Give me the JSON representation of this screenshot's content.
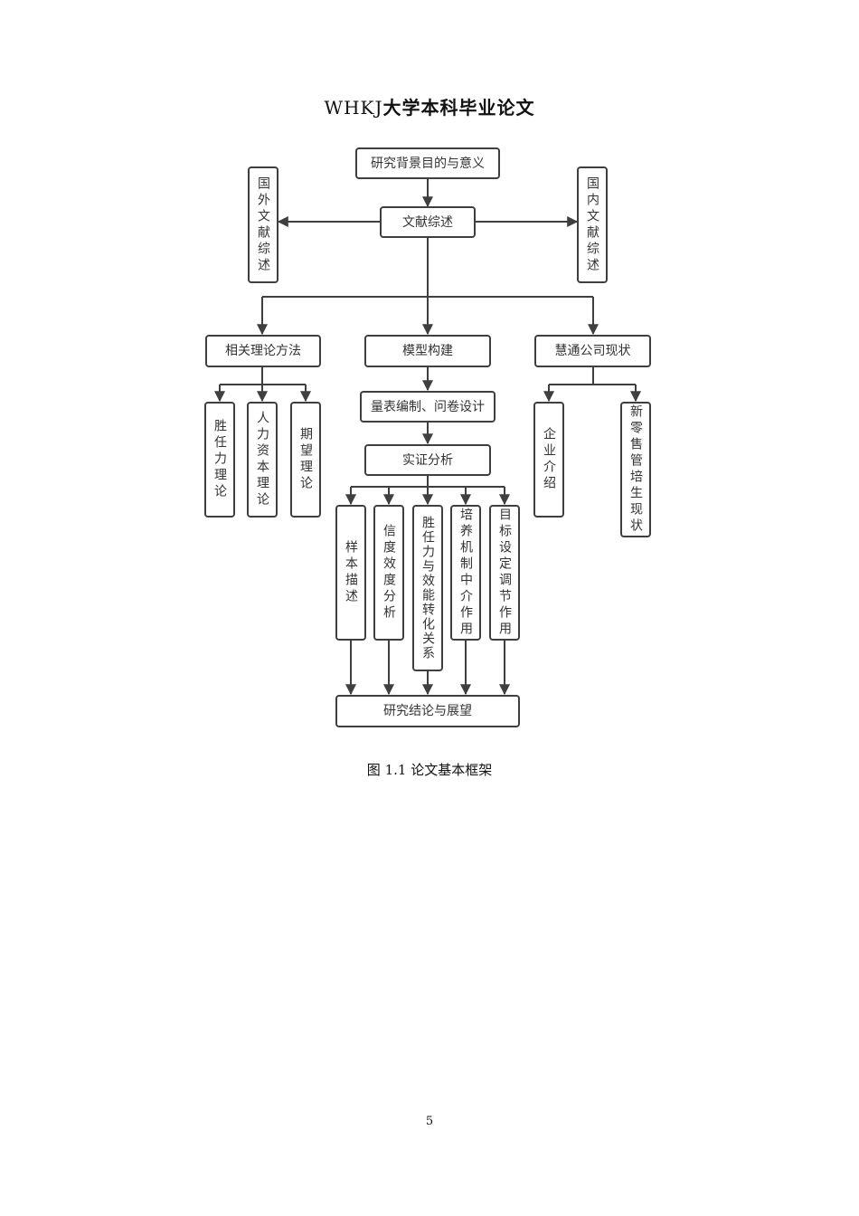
{
  "header": {
    "prefix": "WHKJ",
    "title": "大学本科毕业论文"
  },
  "diagram": {
    "background": "研究背景目的与意义",
    "literature": "文献综述",
    "foreign_lit": "国外文献综述",
    "domestic_lit": "国内文献综述",
    "theory": "相关理论方法",
    "model": "模型构建",
    "company": "慧通公司现状",
    "theory_items": [
      "胜任力理论",
      "人力资本理论",
      "期望理论"
    ],
    "scale": "量表编制、问卷设计",
    "empirical": "实证分析",
    "empirical_items": [
      "样本描述",
      "信度效度分析",
      "胜任力与效能转化关系",
      "培养机制中介作用",
      "目标设定调节作用"
    ],
    "company_items": [
      "企业介绍",
      "新零售管培生现状"
    ],
    "conclusion": "研究结论与展望"
  },
  "caption": "图 1.1  论文基本框架",
  "page_number": "5",
  "colors": {
    "line": "#3f3f3f",
    "text": "#333333"
  }
}
